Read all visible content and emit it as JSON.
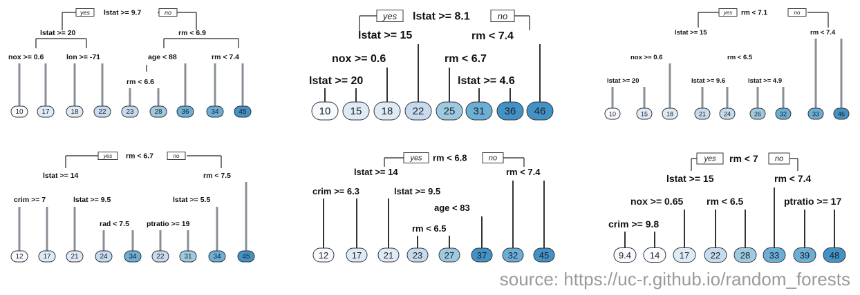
{
  "source_text": "source: https://uc-r.github.io/random_forests",
  "leaf_colors": [
    "#f7fbff",
    "#deebf7",
    "#c6dbef",
    "#9ecae1",
    "#6baed6",
    "#4292c6"
  ],
  "trees": [
    {
      "id": "tree1",
      "yes": "yes",
      "no": "no",
      "root": "lstat >= 9.7",
      "splits": [
        "lstat >= 20",
        "rm < 6.9",
        "nox >= 0.6",
        "lon >= -71",
        "age < 88",
        "rm < 7.4",
        "rm < 6.6"
      ],
      "leaves": [
        "10",
        "17",
        "18",
        "22",
        "23",
        "28",
        "36",
        "34",
        "45"
      ]
    },
    {
      "id": "tree2",
      "yes": "yes",
      "no": "no",
      "root": "lstat >= 8.1",
      "splits": [
        "lstat >= 15",
        "rm < 7.4",
        "nox >= 0.6",
        "rm < 6.7",
        "lstat >= 20",
        "lstat >= 4.6"
      ],
      "leaves": [
        "10",
        "15",
        "18",
        "22",
        "25",
        "31",
        "36",
        "46"
      ]
    },
    {
      "id": "tree3",
      "yes": "yes",
      "no": "no",
      "root": "rm < 7.1",
      "splits": [
        "lstat >= 15",
        "rm < 7.4",
        "nox >= 0.6",
        "rm < 6.5",
        "lstat >= 20",
        "lstat >= 9.6",
        "lstat >= 4.9"
      ],
      "leaves": [
        "10",
        "15",
        "18",
        "21",
        "24",
        "26",
        "32",
        "33",
        "46"
      ]
    },
    {
      "id": "tree4",
      "yes": "yes",
      "no": "no",
      "root": "rm < 6.7",
      "splits": [
        "lstat >= 14",
        "rm < 7.5",
        "crim >= 7",
        "lstat >= 9.5",
        "lstat >= 5.5",
        "rad < 7.5",
        "ptratio >= 19"
      ],
      "leaves": [
        "12",
        "17",
        "21",
        "24",
        "34",
        "22",
        "31",
        "34",
        "45"
      ]
    },
    {
      "id": "tree5",
      "yes": "yes",
      "no": "no",
      "root": "rm < 6.8",
      "splits": [
        "lstat >= 14",
        "rm < 7.4",
        "crim >= 6.3",
        "lstat >= 9.5",
        "age < 83",
        "rm < 6.5"
      ],
      "leaves": [
        "12",
        "17",
        "21",
        "23",
        "27",
        "37",
        "32",
        "45"
      ]
    },
    {
      "id": "tree6",
      "yes": "yes",
      "no": "no",
      "root": "rm < 7",
      "splits": [
        "lstat >= 15",
        "rm < 7.4",
        "nox >= 0.65",
        "rm < 6.5",
        "ptratio >= 17",
        "crim >= 9.8"
      ],
      "leaves": [
        "9.4",
        "14",
        "17",
        "22",
        "28",
        "33",
        "39",
        "48"
      ]
    }
  ]
}
